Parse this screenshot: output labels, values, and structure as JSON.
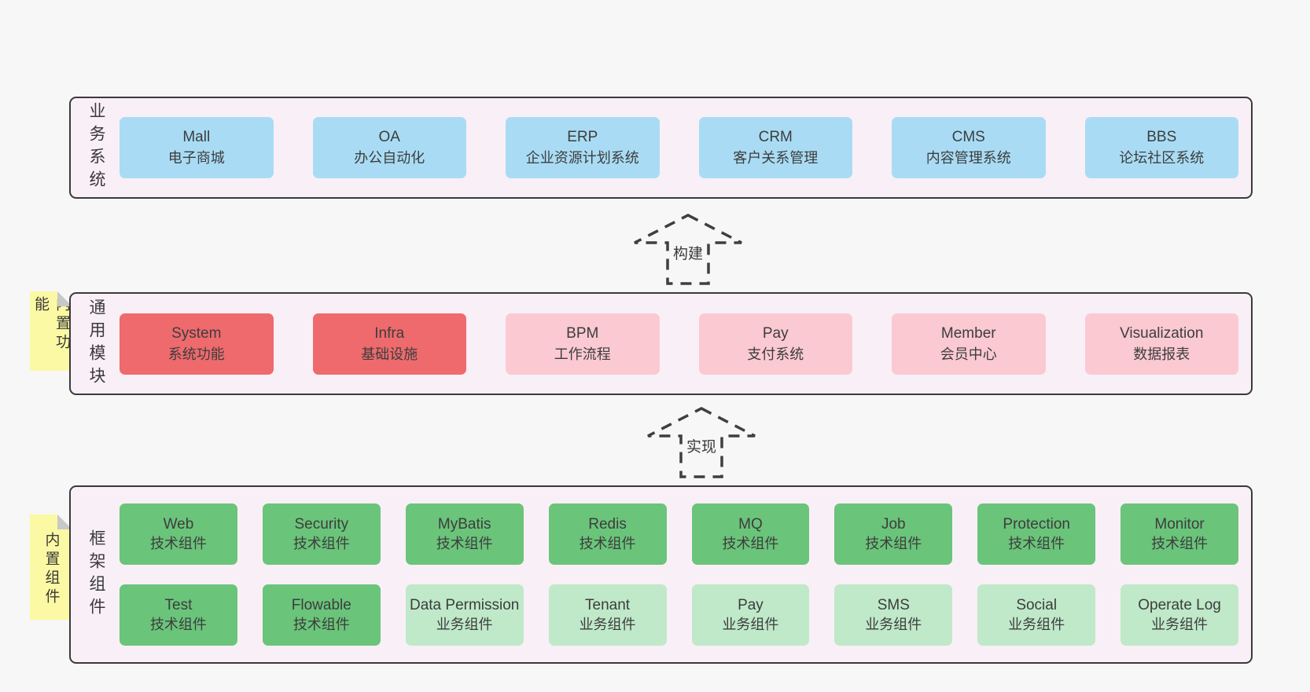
{
  "colors": {
    "page_bg": "#f7f7f7",
    "panel_bg": "#f9eff7",
    "panel_border": "#3a3a3a",
    "business_box_blue": "#a9dcf4",
    "module_box_red": "#ee6a6d",
    "module_box_pink": "#fbc9d2",
    "tech_box_green": "#6ac47a",
    "biz_box_green_light": "#bfe9c9",
    "tag_yellow": "#fbf9a3",
    "tag_fold_gray": "#c8c8c8",
    "text": "#3d3d3d"
  },
  "arrows": [
    {
      "label": "构建"
    },
    {
      "label": "实现"
    }
  ],
  "layers": [
    {
      "label": "业务系统",
      "boxes": [
        {
          "name": "Mall",
          "desc": "电子商城"
        },
        {
          "name": "OA",
          "desc": "办公自动化"
        },
        {
          "name": "ERP",
          "desc": "企业资源计划系统"
        },
        {
          "name": "CRM",
          "desc": "客户关系管理"
        },
        {
          "name": "CMS",
          "desc": "内容管理系统"
        },
        {
          "name": "BBS",
          "desc": "论坛社区系统"
        }
      ]
    },
    {
      "label": "通用模块",
      "tag": "内置功能",
      "boxes": [
        {
          "name": "System",
          "desc": "系统功能"
        },
        {
          "name": "Infra",
          "desc": "基础设施"
        },
        {
          "name": "BPM",
          "desc": "工作流程"
        },
        {
          "name": "Pay",
          "desc": "支付系统"
        },
        {
          "name": "Member",
          "desc": "会员中心"
        },
        {
          "name": "Visualization",
          "desc": "数据报表"
        }
      ]
    },
    {
      "label": "框架组件",
      "tag": "内置组件",
      "rows": [
        [
          {
            "name": "Web",
            "desc": "技术组件"
          },
          {
            "name": "Security",
            "desc": "技术组件"
          },
          {
            "name": "MyBatis",
            "desc": "技术组件"
          },
          {
            "name": "Redis",
            "desc": "技术组件"
          },
          {
            "name": "MQ",
            "desc": "技术组件"
          },
          {
            "name": "Job",
            "desc": "技术组件"
          },
          {
            "name": "Protection",
            "desc": "技术组件"
          },
          {
            "name": "Monitor",
            "desc": "技术组件"
          }
        ],
        [
          {
            "name": "Test",
            "desc": "技术组件"
          },
          {
            "name": "Flowable",
            "desc": "技术组件"
          },
          {
            "name": "Data Permission",
            "desc": "业务组件"
          },
          {
            "name": "Tenant",
            "desc": "业务组件"
          },
          {
            "name": "Pay",
            "desc": "业务组件"
          },
          {
            "name": "SMS",
            "desc": "业务组件"
          },
          {
            "name": "Social",
            "desc": "业务组件"
          },
          {
            "name": "Operate Log",
            "desc": "业务组件"
          }
        ]
      ]
    }
  ]
}
